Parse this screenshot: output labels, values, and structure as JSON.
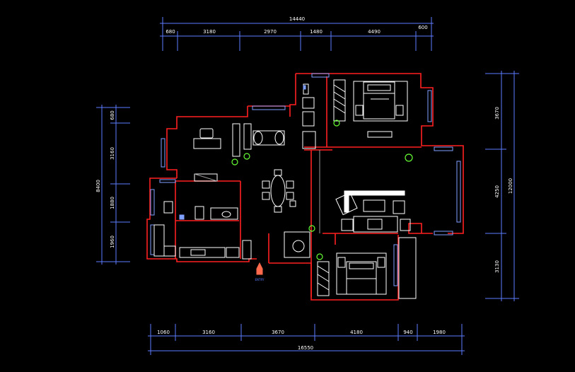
{
  "colors": {
    "background": "#000000",
    "dimension_line": "#5b7cff",
    "wall": "#ff2020",
    "furniture": "#ffffff",
    "window": "#7fa0ff",
    "plant": "#66ff33",
    "entry_marker": "#ff6a4d"
  },
  "dimensions": {
    "top_total": "14440",
    "top_segments": [
      "680",
      "3180",
      "2970",
      "1480",
      "4490",
      "600"
    ],
    "bottom_total": "16550",
    "bottom_segments": [
      "1060",
      "3160",
      "3670",
      "4180",
      "940",
      "1980"
    ],
    "left_total": "8400",
    "left_segments": [
      "680",
      "3160",
      "1880",
      "1960"
    ],
    "right_total": "12000",
    "right_segments": [
      "3670",
      "4250",
      "3130"
    ]
  },
  "entry_label": "ENTRY"
}
